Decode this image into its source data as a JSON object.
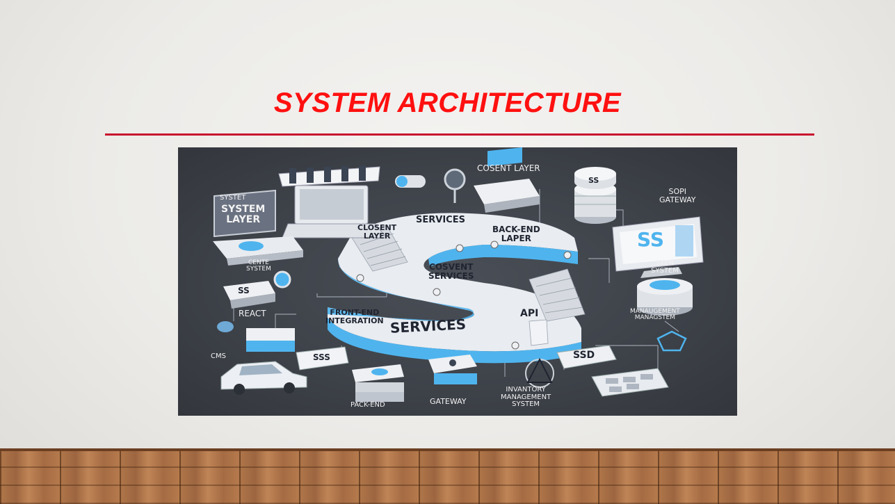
{
  "slide": {
    "title": "SYSTEM ARCHITECTURE"
  },
  "diagram": {
    "labels": {
      "consent_layer": "COSENT LAYER",
      "services_top": "SERVICES",
      "closent_layer": "CLOSENT\nLAYER",
      "backend_layer": "BACK-END\nLAPER",
      "system_layer_small": "SYSTET",
      "system_layer": "SYSTEM\nLAYER",
      "gateway_top": "SOPI\nGATEWAY",
      "cosvent_services": "COSVENT\nSERVICES",
      "cente_system": "CENTE\nSYSTEM",
      "sten_system": "STEN\nSYSTEM",
      "react": "REACT",
      "frontend": "FRONT-END\nINTEGRATION",
      "api": "API",
      "services_big": "SERVICES",
      "management": "MANAUGEMENT\nMANAGSTEM",
      "cms": "CMS",
      "back_end": "PACK-END",
      "gateway": "GATEWAY",
      "inventory": "INVANTORY\nMANAGEMENT\nSYSTEM",
      "ss_monitor": "SS",
      "ss_box": "SS",
      "ss_card": "SS",
      "ssd_tile": "SSD",
      "sss_tile": "SSS"
    }
  },
  "colors": {
    "title": "#ff1010",
    "rule": "#c8102e",
    "accent": "#4fb4ee"
  }
}
